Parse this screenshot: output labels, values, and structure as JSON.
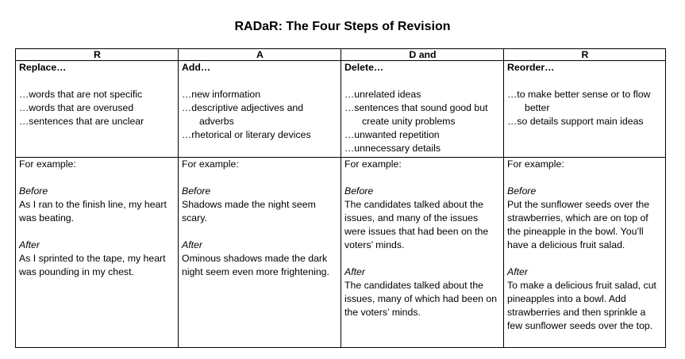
{
  "title": "RADaR: The Four Steps of Revision",
  "columns": [
    {
      "letter": "R",
      "heading": "Replace…",
      "items": [
        "…words that are not specific",
        "…words that are overused",
        "…sentences that are unclear"
      ],
      "example_intro": "For example:",
      "before_label": "Before",
      "before_text": "As I ran to the finish line, my heart was beating.",
      "after_label": "After",
      "after_text": "As I sprinted to the tape, my heart was pounding in my chest."
    },
    {
      "letter": "A",
      "heading": "Add…",
      "items": [
        "…new information",
        "…descriptive adjectives and",
        "adverbs",
        "…rhetorical or literary devices"
      ],
      "example_intro": "For example:",
      "before_label": "Before",
      "before_text": "Shadows made the night seem scary.",
      "after_label": "After",
      "after_text": "Ominous shadows made the dark night seem even more frightening."
    },
    {
      "letter": "D and",
      "heading": "Delete…",
      "items": [
        "…unrelated ideas",
        "…sentences that sound good but",
        "create unity problems",
        "…unwanted repetition",
        "…unnecessary details"
      ],
      "example_intro": "For example:",
      "before_label": "Before",
      "before_text": "The candidates talked about the issues, and many of the issues were issues that had been on the voters’ minds.",
      "after_label": "After",
      "after_text": "The candidates talked about the issues, many of which had been on the voters’ minds."
    },
    {
      "letter": "R",
      "heading": "Reorder…",
      "items": [
        "…to make better sense or to flow",
        "better",
        "…so details support main ideas"
      ],
      "example_intro": "For example:",
      "before_label": "Before",
      "before_text": "Put the sunflower seeds over the strawberries, which are on top of the pineapple in the bowl. You’ll have a delicious fruit salad.",
      "after_label": "After",
      "after_text": "To make a delicious fruit salad, cut pineapples into a bowl. Add strawberries and then sprinkle a few sunflower seeds over the top."
    }
  ]
}
